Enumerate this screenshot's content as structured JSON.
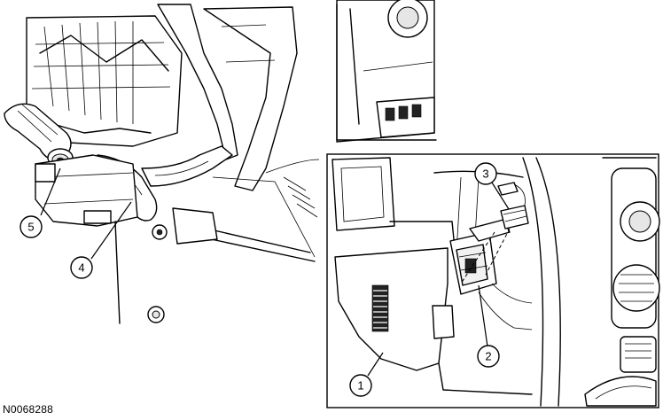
{
  "figure_id": "N0068288",
  "callouts": [
    {
      "number": "1"
    },
    {
      "number": "2"
    },
    {
      "number": "3"
    },
    {
      "number": "4"
    },
    {
      "number": "5"
    }
  ]
}
